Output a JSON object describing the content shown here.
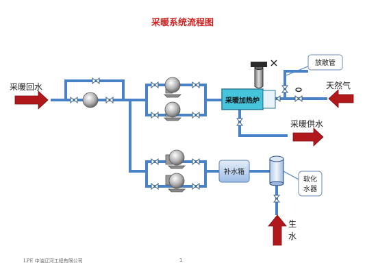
{
  "title": "采暖系统流程图",
  "labels": {
    "return_water": "采暖回水",
    "natural_gas": "天然气",
    "supply_water": "采暖供水",
    "raw_water": "生水",
    "heater": "采暖加热炉",
    "makeup_tank": "补水箱",
    "vent": "放散管",
    "softener": "软化水器"
  },
  "footer": {
    "company": "LPE 中油辽河工程有限公司",
    "page": "1"
  },
  "colors": {
    "title": "#cc2222",
    "pipe": "#4a82c8",
    "arrow": "#b0181c",
    "heater_fill": "#46c4dc",
    "tank_fill": "#b8d0ec"
  }
}
